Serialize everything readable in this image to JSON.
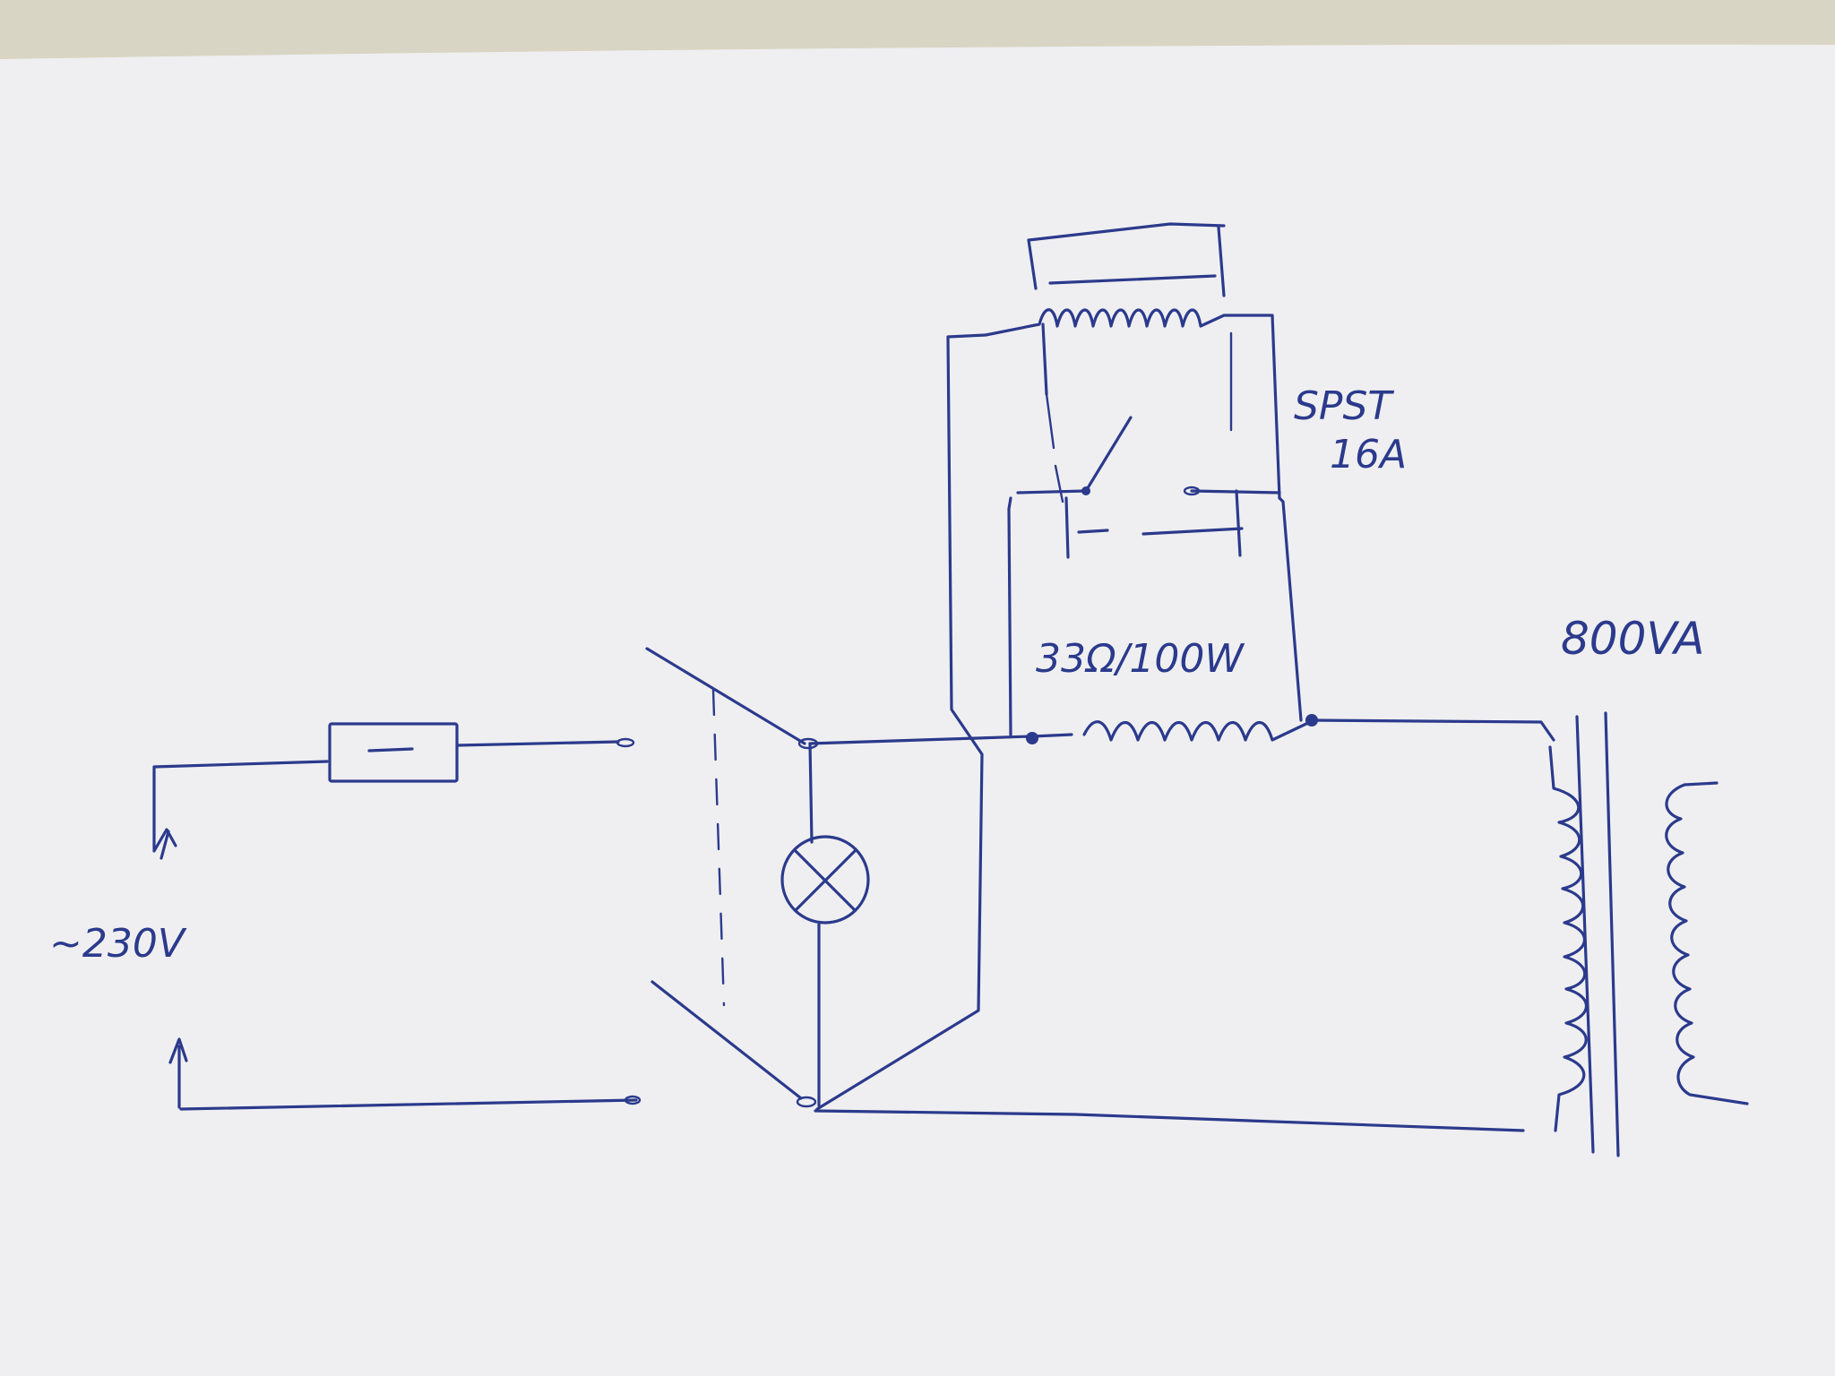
{
  "labels": {
    "source": "~230V",
    "switch_rating_1": "SPST",
    "switch_rating_2": "16A",
    "resistor": "33Ω/100W",
    "transformer": "800VA"
  },
  "colors": {
    "ink": "#2b3a8c",
    "paper": "#efeff0",
    "cloth": "#d9d5c4"
  }
}
